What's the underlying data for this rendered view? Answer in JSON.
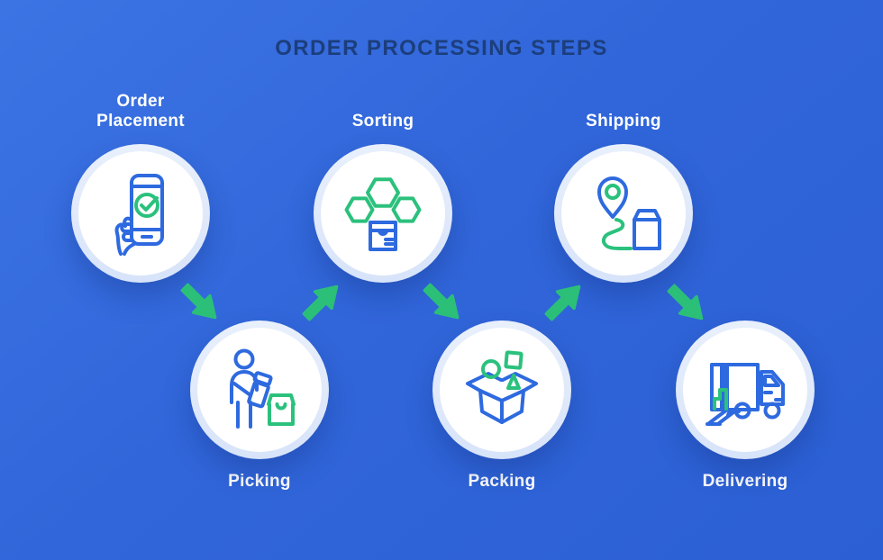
{
  "title": "ORDER PROCESSING STEPS",
  "steps": [
    {
      "label": "Order Placement",
      "icon": "phone-check-icon",
      "row": "top"
    },
    {
      "label": "Picking",
      "icon": "picking-person-icon",
      "row": "bottom"
    },
    {
      "label": "Sorting",
      "icon": "sorting-hexagons-icon",
      "row": "top"
    },
    {
      "label": "Packing",
      "icon": "packing-box-icon",
      "row": "bottom"
    },
    {
      "label": "Shipping",
      "icon": "shipping-route-icon",
      "row": "top"
    },
    {
      "label": "Delivering",
      "icon": "delivery-truck-icon",
      "row": "bottom"
    }
  ],
  "arrows": [
    {
      "from": "Order Placement",
      "to": "Picking",
      "direction": "down-right"
    },
    {
      "from": "Picking",
      "to": "Sorting",
      "direction": "up-right"
    },
    {
      "from": "Sorting",
      "to": "Packing",
      "direction": "down-right"
    },
    {
      "from": "Packing",
      "to": "Shipping",
      "direction": "up-right"
    },
    {
      "from": "Shipping",
      "to": "Delivering",
      "direction": "down-right"
    }
  ],
  "colors": {
    "background_top_left": "#3C74E4",
    "background_mid": "#3166DA",
    "background_bottom_right": "#2B5FD3",
    "title_color": "#1C3E7C",
    "label_color": "#FFFFFF",
    "circle_fill": "#FFFFFF",
    "circle_ring": "#D7E3F9",
    "icon_blue": "#2E6ADF",
    "icon_green": "#2BC17D",
    "arrow_green": "#2BBF78"
  }
}
